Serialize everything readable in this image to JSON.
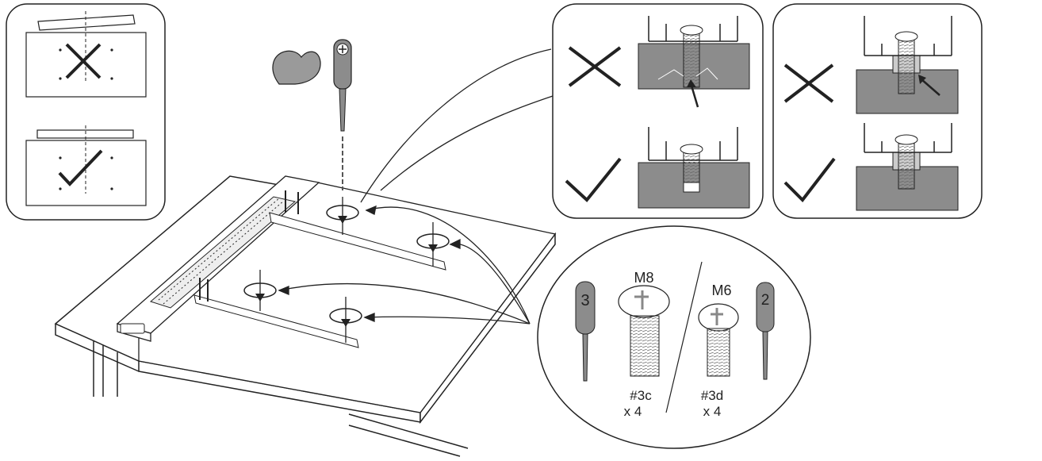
{
  "diagram": {
    "screw_group_left": {
      "driver_number": "3",
      "size_label": "M8",
      "part_label": "#3c",
      "quantity_label": "x 4"
    },
    "screw_group_right": {
      "driver_number": "2",
      "size_label": "M6",
      "part_label": "#3d",
      "quantity_label": "x 4"
    },
    "colors": {
      "ink": "#222222",
      "surface_gray": "#8c8c8c",
      "light_gray": "#dddddd",
      "background": "#ffffff"
    },
    "icons": [
      "wrong-cross-icon",
      "correct-check-icon",
      "screwdriver-icon",
      "arm-strength-icon",
      "rotate-arrow-icon"
    ]
  }
}
